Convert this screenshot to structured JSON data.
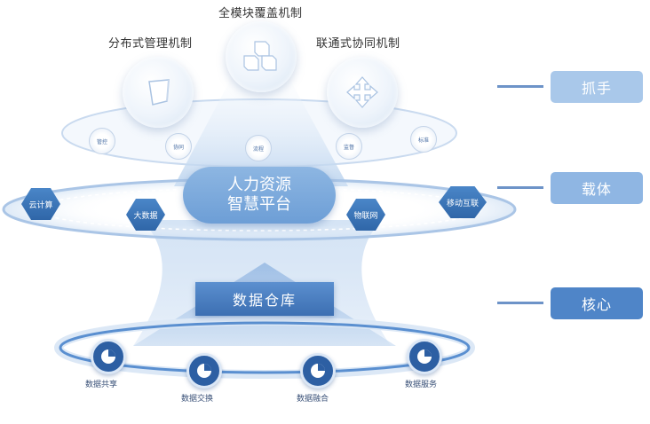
{
  "mechanisms": {
    "top": "全模块覆盖机制",
    "left": "分布式管理机制",
    "right": "联通式协同机制"
  },
  "top_orbit_nodes": [
    "管控",
    "协同",
    "流程",
    "监督",
    "标准"
  ],
  "platform": {
    "line1": "人力资源",
    "line2": "智慧平台"
  },
  "tech_hexes": [
    "云计算",
    "大数据",
    "物联网",
    "移动互联"
  ],
  "warehouse": "数据仓库",
  "bottom_nodes": [
    "数据共享",
    "数据交换",
    "数据融合",
    "数据服务"
  ],
  "right_labels": {
    "grip": "抓手",
    "carrier": "载体",
    "core": "核心"
  },
  "colors": {
    "light_blue": "#a9c8ea",
    "mid_blue": "#5a8fd0",
    "dark_blue": "#2d5fa3",
    "connector": "#6d93c8"
  }
}
